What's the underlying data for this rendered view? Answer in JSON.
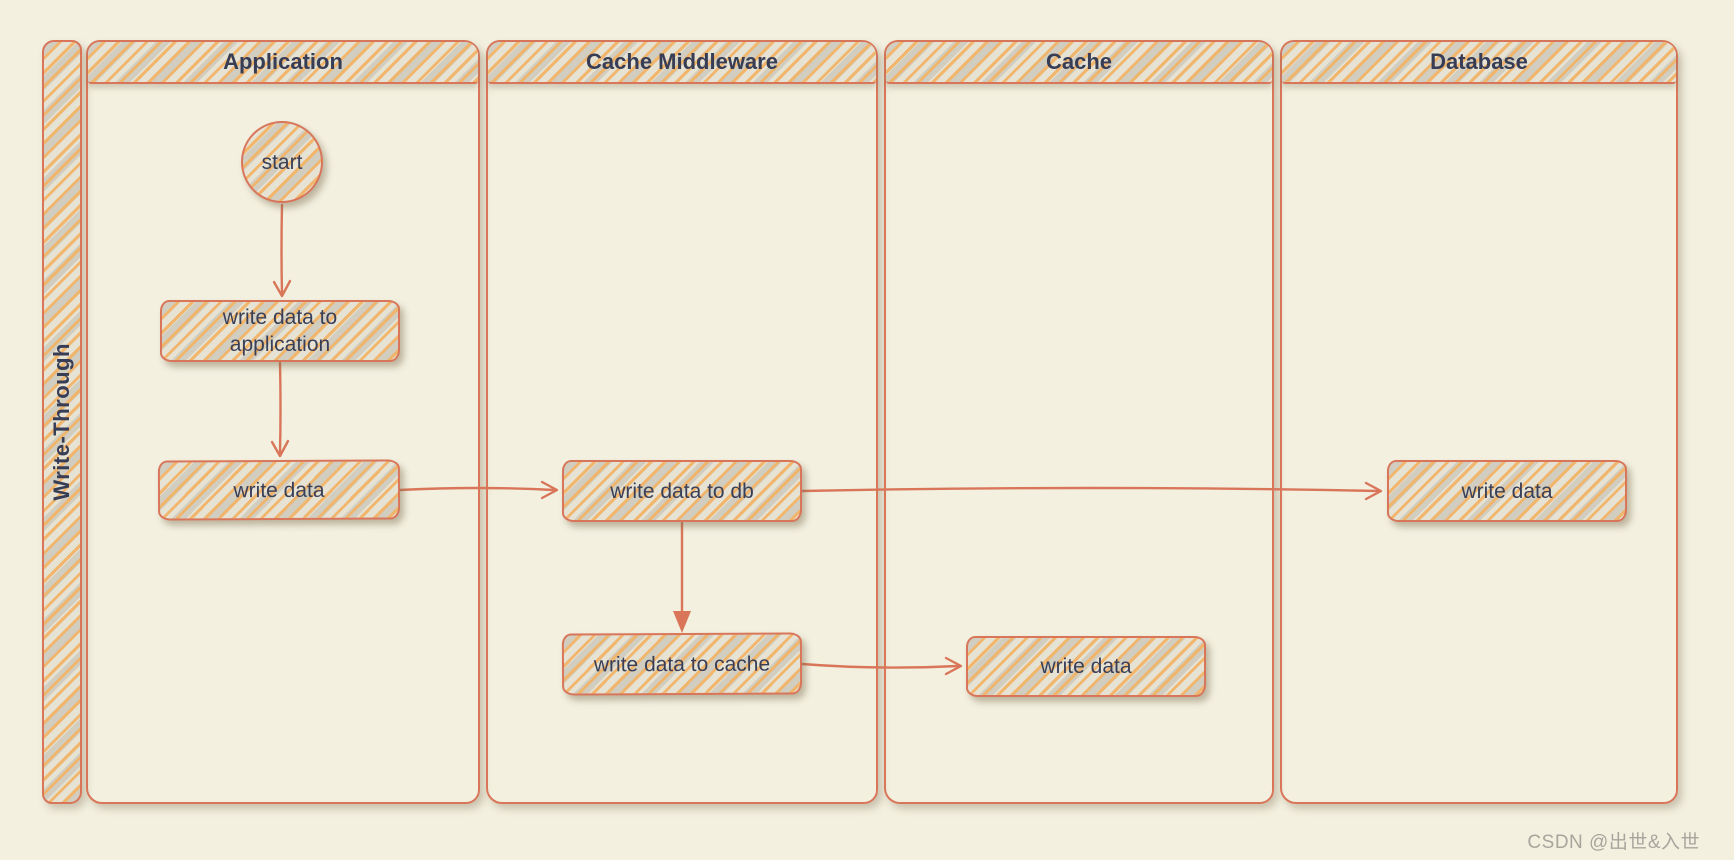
{
  "diagram": {
    "pool_label": "Write-Through",
    "lanes": [
      {
        "label": "Application"
      },
      {
        "label": "Cache Middleware"
      },
      {
        "label": "Cache"
      },
      {
        "label": "Database"
      }
    ],
    "nodes": [
      {
        "id": "start",
        "label": "start",
        "type": "start-circle",
        "lane": "Application"
      },
      {
        "id": "write-data-to-application",
        "label": "write data to application",
        "type": "process",
        "lane": "Application"
      },
      {
        "id": "app-write-data",
        "label": "write data",
        "type": "process",
        "lane": "Application"
      },
      {
        "id": "write-data-to-db",
        "label": "write data to db",
        "type": "process",
        "lane": "Cache Middleware"
      },
      {
        "id": "write-data-to-cache",
        "label": "write data to cache",
        "type": "process",
        "lane": "Cache Middleware"
      },
      {
        "id": "cache-write-data",
        "label": "write data",
        "type": "process",
        "lane": "Cache"
      },
      {
        "id": "db-write-data",
        "label": "write data",
        "type": "process",
        "lane": "Database"
      }
    ],
    "edges": [
      {
        "from": "start",
        "to": "write-data-to-application"
      },
      {
        "from": "write-data-to-application",
        "to": "app-write-data"
      },
      {
        "from": "app-write-data",
        "to": "write-data-to-db"
      },
      {
        "from": "write-data-to-db",
        "to": "db-write-data"
      },
      {
        "from": "write-data-to-db",
        "to": "write-data-to-cache"
      },
      {
        "from": "write-data-to-cache",
        "to": "cache-write-data"
      }
    ],
    "colors": {
      "background": "#f3f0e0",
      "stroke": "#d9765a",
      "hatch_orange": "#f2b76c",
      "fill_base": "#eae6d7",
      "text": "#3a3f58"
    }
  },
  "watermark": "CSDN @出世&入世"
}
